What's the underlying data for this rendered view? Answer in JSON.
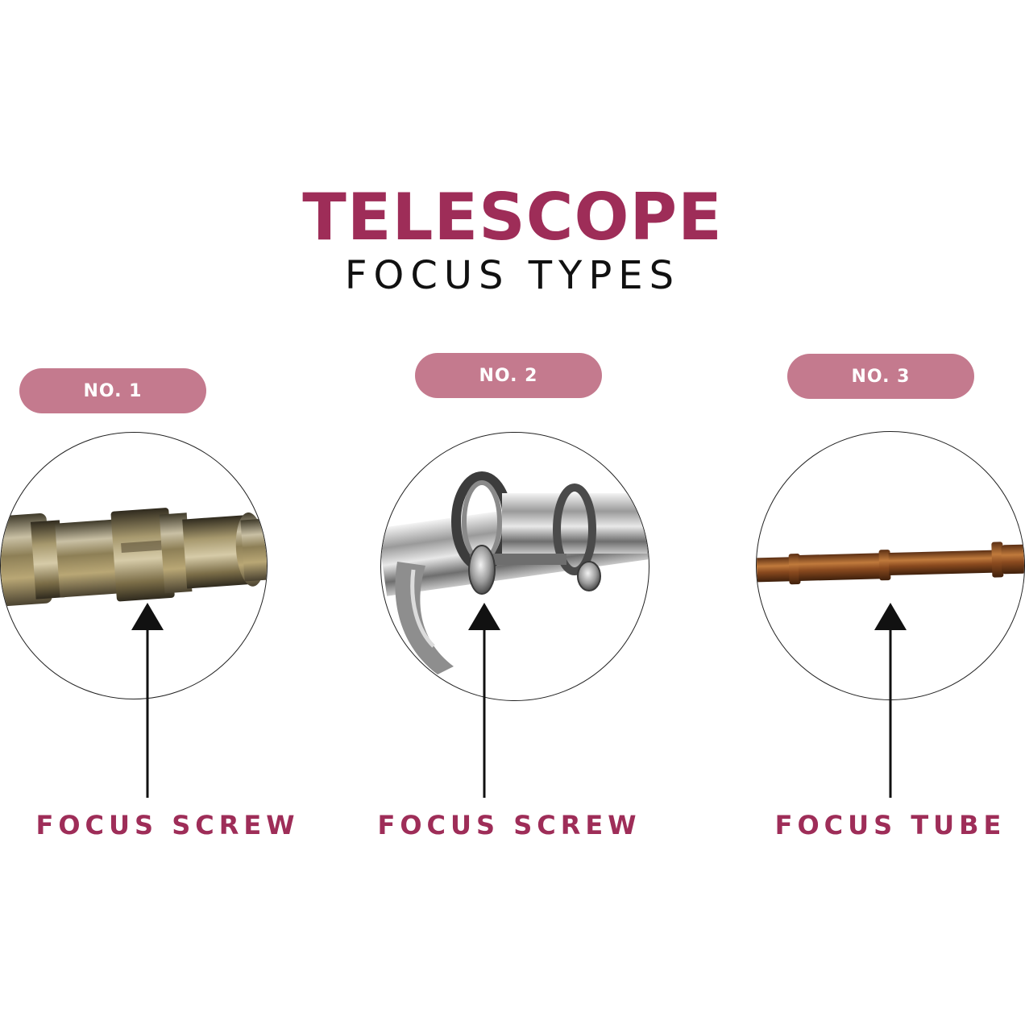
{
  "header": {
    "title": "TELESCOPE",
    "subtitle": "FOCUS TYPES"
  },
  "colors": {
    "accent": "#9e2d58",
    "badge": "#c47a8e",
    "text_dark": "#111111"
  },
  "items": [
    {
      "badge": "NO. 1",
      "label": "FOCUS SCREW",
      "image": "brass-telescope-focus-screw-closeup"
    },
    {
      "badge": "NO. 2",
      "label": "FOCUS SCREW",
      "image": "chrome-telescope-focus-knob-closeup"
    },
    {
      "badge": "NO. 3",
      "label": "FOCUS TUBE",
      "image": "copper-spyglass-focus-tube"
    }
  ],
  "icons": [
    "up-arrow-icon",
    "up-arrow-icon",
    "up-arrow-icon"
  ]
}
